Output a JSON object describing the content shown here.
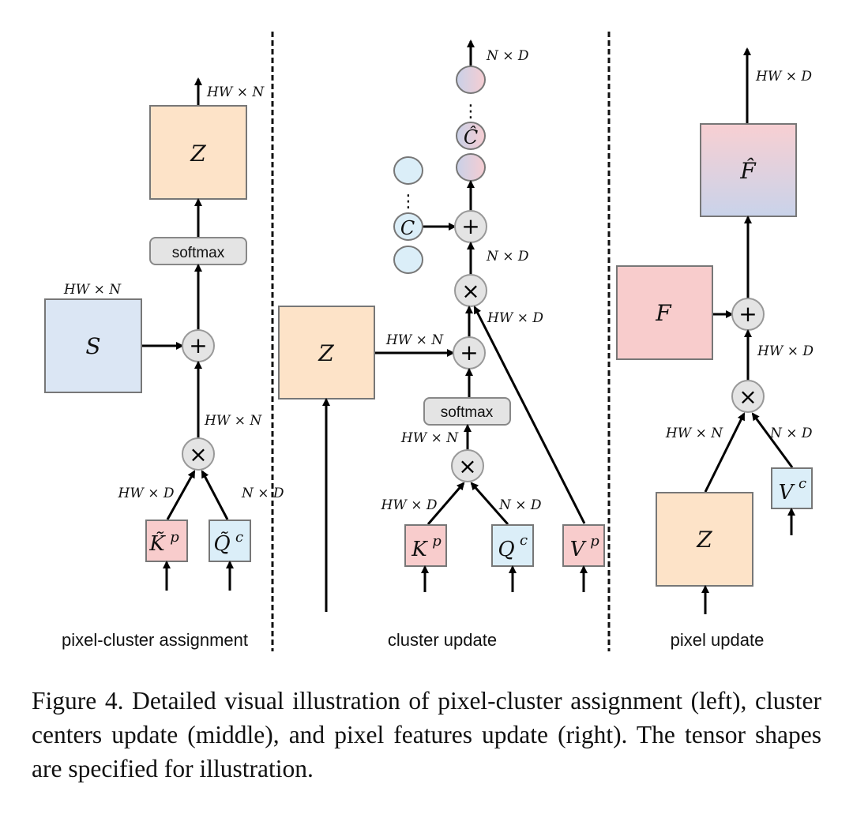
{
  "colors": {
    "peach": "#fde3c8",
    "light_blue": "#dbe6f4",
    "pale_blue": "#dbeef8",
    "pink": "#f8cccc",
    "op_gray": "#e4e4e4",
    "gradient_pink": "#f6cdd2",
    "gradient_blue": "#c9d1e8"
  },
  "panels": {
    "left": {
      "label": "pixel-cluster assignment",
      "nodes": {
        "Z": "Z",
        "S": "S",
        "softmax": "softmax",
        "K": "K̃",
        "K_sup": "p",
        "Q": "Q̃",
        "Q_sup": "c",
        "plus": "+",
        "times": "×"
      },
      "dims": {
        "output": "HW × N",
        "S": "HW × N",
        "times_out": "HW × N",
        "K_in": "HW × D",
        "Q_in": "N × D"
      }
    },
    "middle": {
      "label": "cluster update",
      "nodes": {
        "Z": "Z",
        "softmax": "softmax",
        "C": "C",
        "C_hat": "Ĉ",
        "K": "K",
        "K_sup": "p",
        "Q": "Q",
        "Q_sup": "c",
        "V": "V",
        "V_sup": "p",
        "plus": "+",
        "times": "×",
        "ellipsis": "⋮"
      },
      "dims": {
        "output": "N × D",
        "plus_in": "N × D",
        "V_in": "HW × D",
        "Z_in": "HW × N",
        "times_out": "HW × N",
        "K_in": "HW × D",
        "Q_in": "N × D"
      }
    },
    "right": {
      "label": "pixel update",
      "nodes": {
        "F_hat": "F̂",
        "F": "F",
        "Z": "Z",
        "V": "V",
        "V_sup": "c",
        "plus": "+",
        "times": "×"
      },
      "dims": {
        "output": "HW × D",
        "plus_in": "HW × D",
        "Z_in": "HW × N",
        "V_in": "N × D"
      }
    }
  },
  "caption": "Figure 4.  Detailed visual illustration of pixel-cluster assignment (left), cluster centers update (middle), and pixel features update (right). The tensor shapes are specified for illustration."
}
